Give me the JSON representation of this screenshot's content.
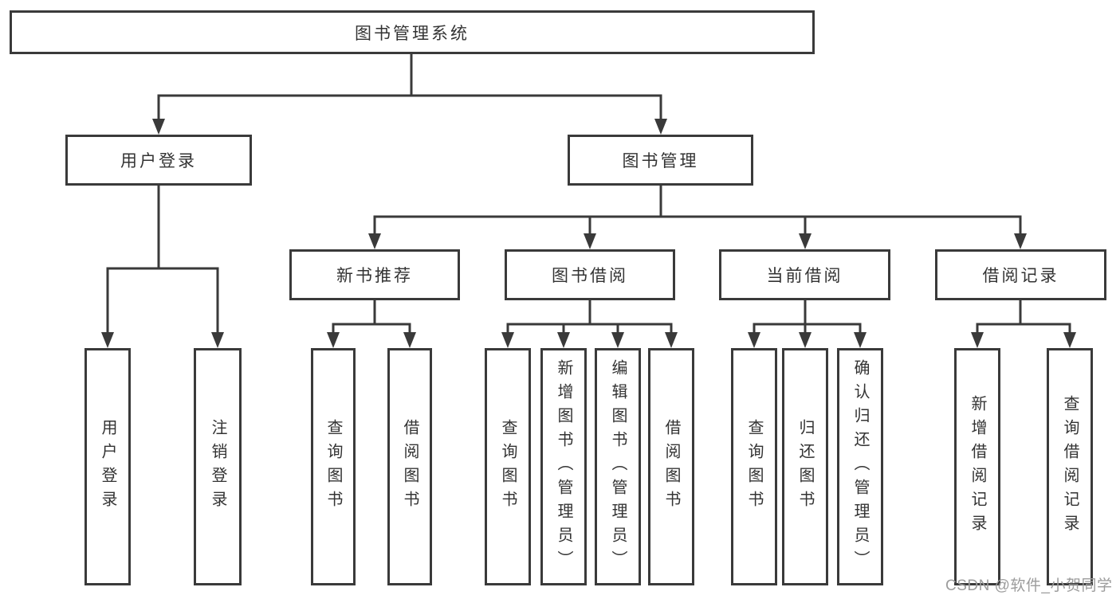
{
  "diagram_type": "hierarchy-tree",
  "colors": {
    "line": "#3a3a3a",
    "box_border": "#3a3a3a",
    "text": "#333333",
    "background": "#ffffff",
    "watermark": "#9c9c9c"
  },
  "tree": {
    "root": "图书管理系统",
    "children": [
      {
        "label": "用户登录",
        "children": [
          {
            "label": "用户登录"
          },
          {
            "label": "注销登录"
          }
        ]
      },
      {
        "label": "图书管理",
        "children": [
          {
            "label": "新书推荐",
            "children": [
              {
                "label": "查询图书"
              },
              {
                "label": "借阅图书"
              }
            ]
          },
          {
            "label": "图书借阅",
            "children": [
              {
                "label": "查询图书"
              },
              {
                "label": "新增图书（管理员）"
              },
              {
                "label": "编辑图书（管理员）"
              },
              {
                "label": "借阅图书"
              }
            ]
          },
          {
            "label": "当前借阅",
            "children": [
              {
                "label": "查询图书"
              },
              {
                "label": "归还图书"
              },
              {
                "label": "确认归还（管理员）"
              }
            ]
          },
          {
            "label": "借阅记录",
            "children": [
              {
                "label": "新增借阅记录"
              },
              {
                "label": "查询借阅记录"
              }
            ]
          }
        ]
      }
    ]
  },
  "watermark": {
    "text": "CSDN @软件_小贺同学"
  }
}
